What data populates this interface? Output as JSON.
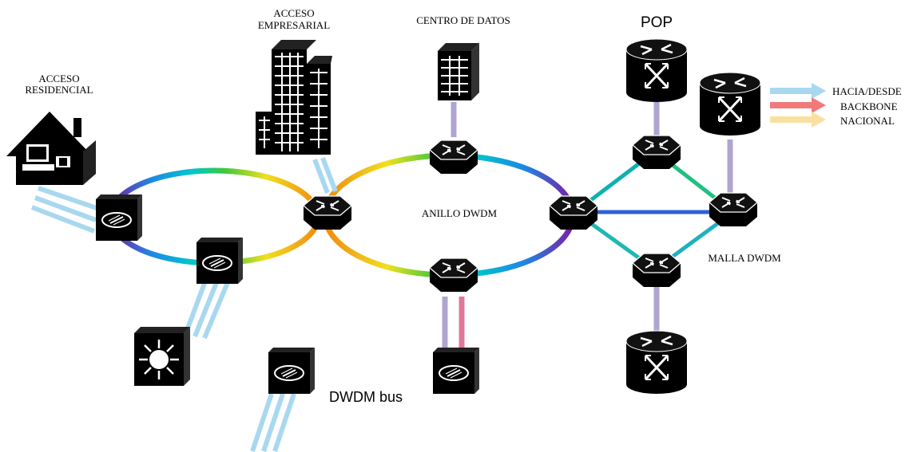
{
  "labels": {
    "residential_1": "ACCESO",
    "residential_2": "RESIDENCIAL",
    "business_1": "ACCESO",
    "business_2": "EMPRESARIAL",
    "datacenter": "CENTRO DE DATOS",
    "pop": "POP",
    "backbone_1": "HACIA/DESDE",
    "backbone_2": "BACKBONE",
    "backbone_3": "NACIONAL",
    "ring": "ANILLO DWDM",
    "mesh": "MALLA DWDM",
    "bus": "DWDM bus"
  },
  "colors": {
    "light_blue": "#a8d8f0",
    "lavender": "#b0a4d0",
    "pink": "#e07898",
    "red_arrow": "#f07a7a",
    "yellow_arrow": "#f8e0a0",
    "device_black": "#000000"
  },
  "icons": [
    "house-icon",
    "office-building-icon",
    "datacenter-building-icon",
    "router-icon",
    "optical-switch-icon",
    "pop-router-icon",
    "atm-switch-icon"
  ]
}
